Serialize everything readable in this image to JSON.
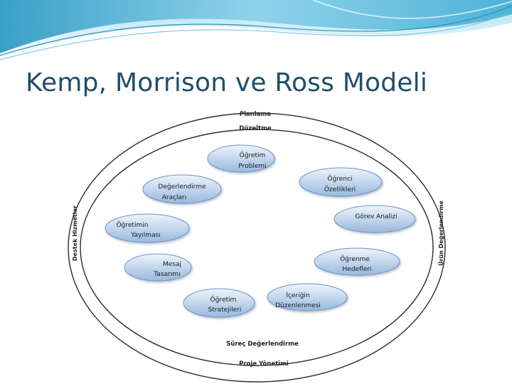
{
  "slide": {
    "title": "Kemp, Morrison ve Ross Modeli"
  },
  "diagram": {
    "outer_ring_labels": {
      "top": "Planlama",
      "bottom": "Proje Yönetimi",
      "left": "Destek Hizmetler",
      "right": "Ürün Değerlendirme"
    },
    "inner_ring_labels": {
      "top": "Düzeltme",
      "bottom": "Süreç Değerlendirme"
    },
    "nodes": [
      {
        "id": "ogretim-problemi",
        "lines": [
          "Öğretim",
          "Problemi"
        ]
      },
      {
        "id": "ogrenci-ozellikleri",
        "lines": [
          "Öğrenci",
          "Özellikleri"
        ]
      },
      {
        "id": "gorev-analizi",
        "lines": [
          "Görev Analizi"
        ]
      },
      {
        "id": "ogrenme-hedefleri",
        "lines": [
          "Öğrenme",
          "Hedefleri"
        ]
      },
      {
        "id": "icerigin-duzenlenmesi",
        "lines": [
          "İçeriğin",
          "Düzenlenmesi"
        ]
      },
      {
        "id": "ogretim-stratejileri",
        "lines": [
          "Öğretim",
          "Stratejileri"
        ]
      },
      {
        "id": "mesaj-tasarimi",
        "lines": [
          "Mesaj",
          "Tasarımı"
        ]
      },
      {
        "id": "ogretimin-yayilmasi",
        "lines": [
          "Öğretimin",
          "Yayılması"
        ]
      },
      {
        "id": "degerlendirme-araclari",
        "lines": [
          "Değerlendirme",
          "Araçları"
        ]
      }
    ],
    "colors": {
      "node_fill_top": "#e9f1fb",
      "node_fill_bottom": "#9dbde0",
      "node_stroke": "#6f94c4",
      "ring_stroke": "#2b2b2b",
      "title": "#1f4e6b"
    }
  }
}
